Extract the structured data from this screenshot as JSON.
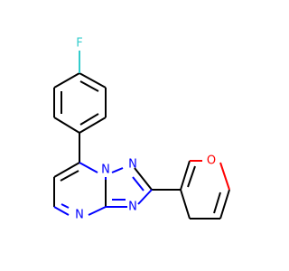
{
  "atoms": {
    "fluorine": "F",
    "nitrogen_bridge": "N",
    "nitrogen_triazole_top": "N",
    "nitrogen_triazole_bottom": "N",
    "nitrogen_pyrimidine": "N",
    "furan_oxygen": "O"
  },
  "colors": {
    "carbon_bond": "#000000",
    "nitrogen": "#0000ff",
    "oxygen": "#ff0000",
    "fluorine": "#33cccc"
  }
}
